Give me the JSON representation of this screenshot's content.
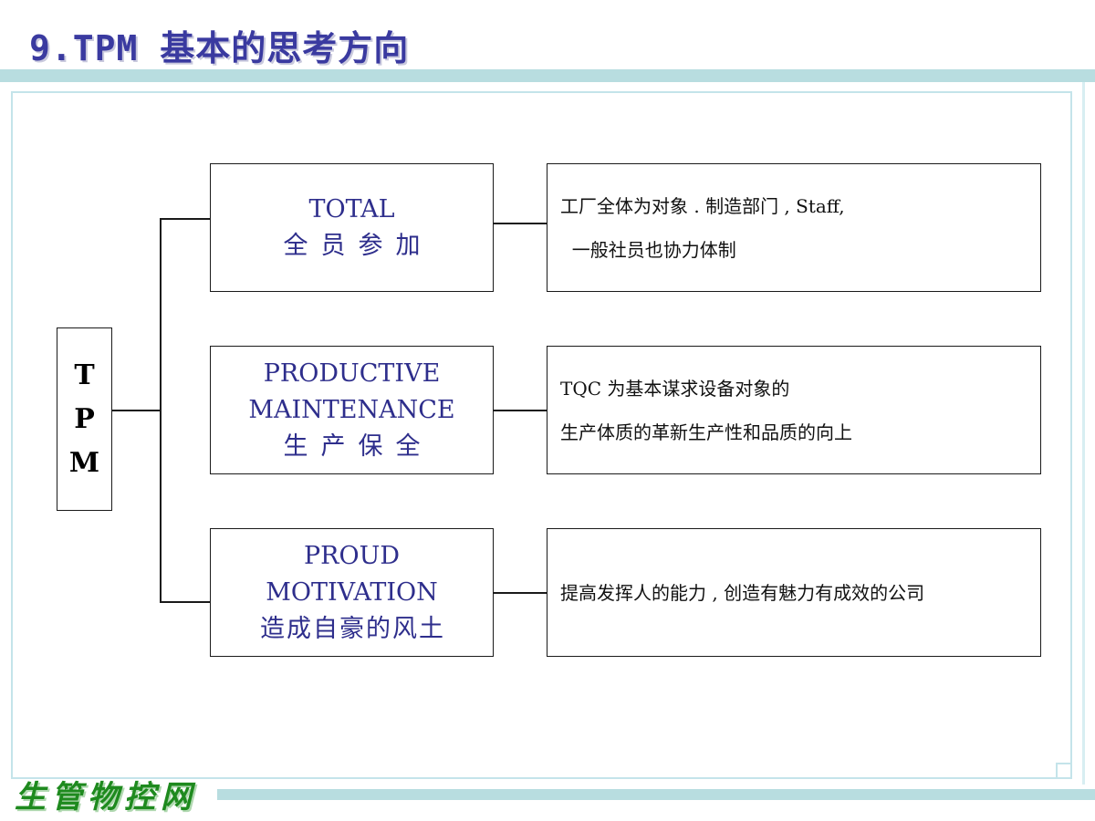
{
  "slide": {
    "title": "9.TPM 基本的思考方向",
    "logo_text": "生管物控网"
  },
  "tpm": {
    "letters": [
      "T",
      "P",
      "M"
    ]
  },
  "rows": [
    {
      "en_lines": [
        "TOTAL"
      ],
      "cn": "全员参加",
      "desc_lines": [
        "工厂全体为对象 . 制造部门 , Staff,",
        "  一般社员也协力体制"
      ]
    },
    {
      "en_lines": [
        "PRODUCTIVE",
        "MAINTENANCE"
      ],
      "cn": "生产保全",
      "desc_lines": [
        "TQC 为基本谋求设备对象的",
        "生产体质的革新生产性和品质的向上"
      ]
    },
    {
      "en_lines": [
        "PROUD",
        "MOTIVATION"
      ],
      "cn": "造成自豪的风土",
      "desc_lines": [
        "提高发挥人的能力 , 创造有魅力有成效的公司"
      ]
    }
  ],
  "colors": {
    "title": "#3a3aa0",
    "accent_bar": "#b8dde0",
    "box_text": "#2e2e8c",
    "logo": "#1e8a1e"
  }
}
